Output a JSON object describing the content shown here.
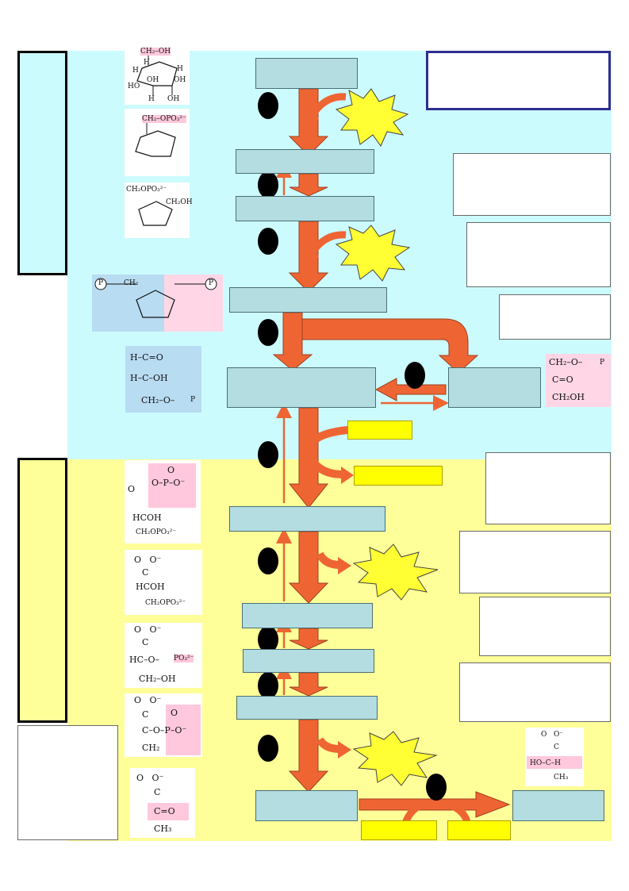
{
  "molecules": {
    "glucose": {
      "top": "CH₂–OH",
      "ring_top": "H",
      "h1": "H",
      "oh1": "OH",
      "h2": "H",
      "oh2": "OH",
      "ho": "HO",
      "h3": "H",
      "oh3": "OH"
    },
    "g6p": {
      "top": "CH₂–OPO₃²⁻"
    },
    "f6p": {
      "top": "CH₂OPO₃²⁻",
      "ch2oh": "CH₂OH"
    },
    "f16bp": {
      "p": "P",
      "ch2": "CH₂",
      "p2": "P"
    },
    "g3p": {
      "l1": "H–C=O",
      "l2": "H–C–OH",
      "l3": "CH₂–O–",
      "p": "P"
    },
    "dhap": {
      "l1": "CH₂–O–",
      "p": "P",
      "l2": "C=O",
      "l3": "CH₂OH"
    },
    "bpg13": {
      "l1": "O",
      "l2": "O–P–O⁻",
      "l3": "O",
      "l4": "HCOH",
      "l5": "CH₂OPO₃²⁻"
    },
    "pg3": {
      "l1": "O   O⁻",
      "l2": "C",
      "l3": "HCOH",
      "l4": "CH₂OPO₃²⁻"
    },
    "pg2": {
      "l1": "O   O⁻",
      "l2": "C",
      "l3": "HC–O–",
      "l4": "PO₃²⁻",
      "l5": "CH₂–OH"
    },
    "pep": {
      "l1": "O   O⁻",
      "l2": "C",
      "l3": "C–O–P–O⁻",
      "l4": "CH₂",
      "l5": "O"
    },
    "pyruvate": {
      "l1": "O   O⁻",
      "l2": "C",
      "l3": "C=O",
      "l4": "CH₃"
    },
    "lactate": {
      "l1": "O   O⁻",
      "l2": "C",
      "l3": "HO–C–H",
      "l4": "CH₃"
    }
  },
  "colors": {
    "blue_zone": "#ccfbfe",
    "yellow_zone": "#ffff99",
    "node_fill": "#b3dde1",
    "arrow": "#ee6533",
    "burst": "#ffff33",
    "label_yellow": "#ffff00",
    "title_border": "#2e2e8f"
  },
  "icons": [
    "starburst-icon",
    "step-number-dot",
    "curved-arrow-icon"
  ]
}
